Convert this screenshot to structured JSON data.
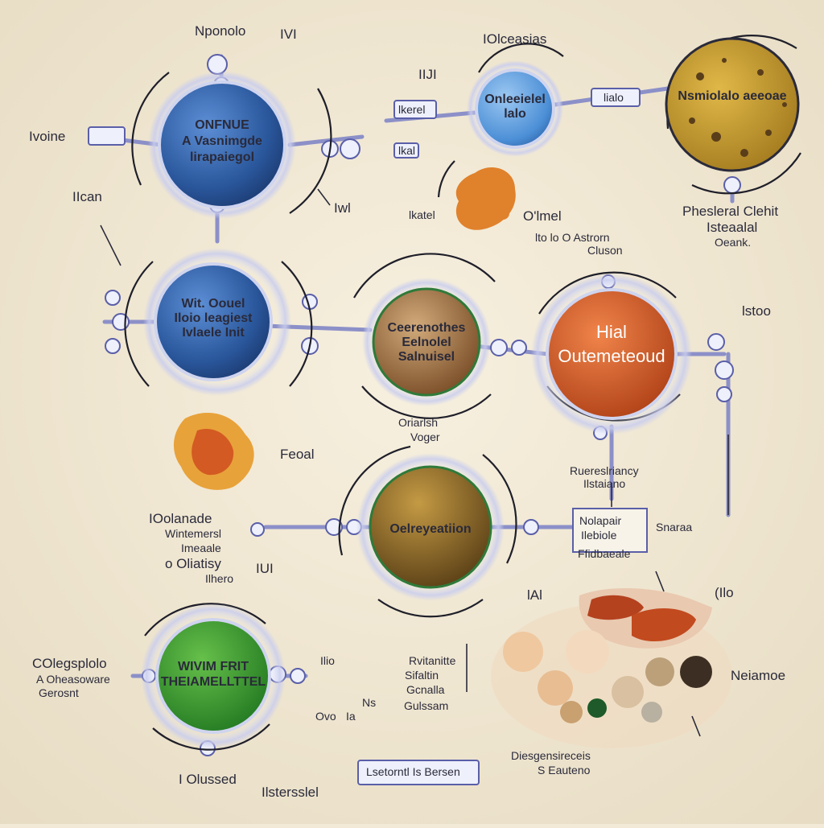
{
  "labels": {
    "top_left": "Nponolo",
    "top_left_2": "IVI",
    "top_center": "IOlceasias",
    "left_side": "Ivoine",
    "left_side_2": "IIcan",
    "center_top": "IIJI",
    "small_box_1": "lkerel",
    "small_box_2": "lkal",
    "right_box": "lialo",
    "mid_w": "Iwl",
    "mid_label_1": "lkatel",
    "mid_label_2": "O'lmel",
    "mid_label_3": "lto lo O Astrorn",
    "mid_label_4": "Cluson",
    "right_top_1": "Phesleral Clehit",
    "right_top_2": "Isteaalal",
    "right_top_3": "Oeank.",
    "right_mid": "lstoo",
    "under_center_1": "Oriarlsh",
    "under_center_2": "Voger",
    "fecal": "Feoal",
    "resp_1": "Ruereslriancy",
    "resp_2": "Ilstaiano",
    "left_mid_1": "IOolanade",
    "left_mid_2": "Wintemersl",
    "left_mid_3": "Imeaale",
    "left_mid_4": "o Oliatisy",
    "left_mid_5": "Ilhero",
    "left_mid_6": "IUI",
    "right_box_2_l1": "Nolapair",
    "right_box_2_l2": "Ilebiole",
    "right_box_2_l3": "Ffidbaeale",
    "snata": "Snaraa",
    "lf": "lAl",
    "lto": "(Ilo",
    "bl_1": "COlegsplolo",
    "bl_2": "A Oheasoware",
    "bl_3": "Gerosnt",
    "vit_1": "Rvitanitte",
    "vit_2": "Sifaltin",
    "vit_3": "Gcnalla",
    "vit_4": "Gulssam",
    "ito": "Ilio",
    "ns": "Ns",
    "ovo": "Ovo",
    "ia": "Ia",
    "neiamoe": "Neiamoe",
    "bottom_1": "I Olussed",
    "bottom_2": "Lsetorntl Is Bersen",
    "bottom_3": "Ilstersslel",
    "bottom_4": "Diesgensireceis",
    "bottom_5": "S Eauteno"
  },
  "nodes": {
    "blue_top": "ONFNUE A Vasnimgde lirapaiegol",
    "light_blue": "Onleeielel lalo",
    "gold_top": "Nsmiolalo aeeoae",
    "blue_mid": "Wit. Oouel Iloio leagiest Ivlaele Init",
    "brown": "Ceerenothes Eelnolel Salnuisel",
    "orange": "Hial Outemeteoud",
    "olive": "Oelreyeatiion",
    "green": "WIVIM FRIT THEIAMELLTTEL"
  },
  "colors": {
    "background": "#f2e9d6",
    "blue": "#2d5fa6",
    "light_blue": "#5ea0e0",
    "gold": "#c2982c",
    "brown": "#9a6a3c",
    "orange": "#d9602a",
    "olive": "#8c6e2c",
    "green": "#3a9a3a"
  }
}
